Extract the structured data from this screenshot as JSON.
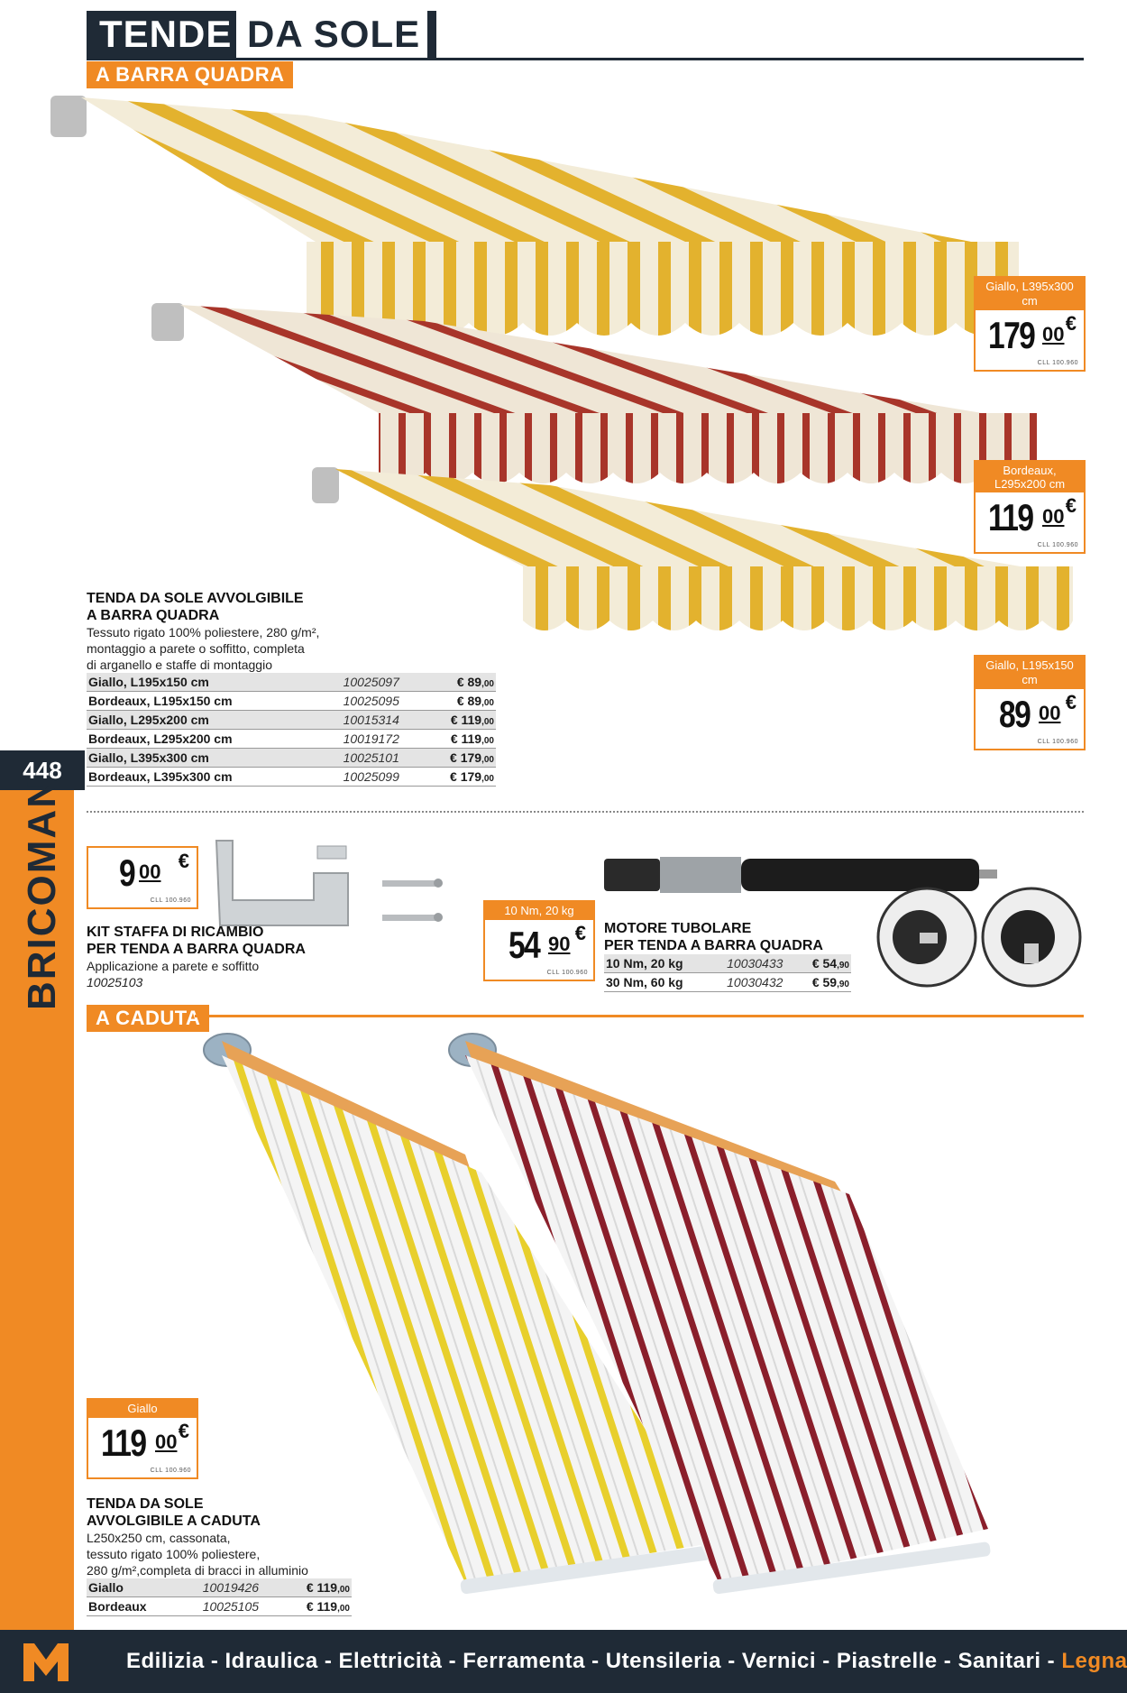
{
  "header": {
    "title_dark": "TENDE",
    "title_light": "DA SOLE"
  },
  "sections": {
    "barra_quadra": "A BARRA QUADRA",
    "caduta": "A CADUTA"
  },
  "sidebar": {
    "page_number": "448",
    "brand": "BRICOMAN"
  },
  "price_tags": [
    {
      "label": "Giallo, L395x300 cm",
      "int": "179",
      "dec": "00",
      "currency": "€",
      "small": "CLL 100.960"
    },
    {
      "label": "Bordeaux, L295x200 cm",
      "int": "119",
      "dec": "00",
      "currency": "€",
      "small": "CLL 100.960"
    },
    {
      "label": "Giallo, L195x150 cm",
      "int": "89",
      "dec": "00",
      "currency": "€",
      "small": "CLL 100.960"
    },
    {
      "label": "",
      "int": "9",
      "dec": "00",
      "currency": "€",
      "small": "CLL 100.960"
    },
    {
      "label": "10 Nm, 20 kg",
      "int": "54",
      "dec": "90",
      "currency": "€",
      "small": "CLL 100.960"
    },
    {
      "label": "Giallo",
      "int": "119",
      "dec": "00",
      "currency": "€",
      "small": "CLL 100.960"
    }
  ],
  "product_barra": {
    "title_1": "TENDA DA SOLE AVVOLGIBILE",
    "title_2": "A BARRA QUADRA",
    "desc": [
      "Tessuto rigato 100% poliestere, 280 g/m²,",
      "montaggio a parete o soffitto, completa",
      "di arganello e staffe di montaggio"
    ],
    "rows": [
      {
        "name": "Giallo, L195x150 cm",
        "code": "10025097",
        "price": "€ 89",
        "cents": ",00"
      },
      {
        "name": "Bordeaux, L195x150 cm",
        "code": "10025095",
        "price": "€ 89",
        "cents": ",00"
      },
      {
        "name": "Giallo, L295x200 cm",
        "code": "10015314",
        "price": "€ 119",
        "cents": ",00"
      },
      {
        "name": "Bordeaux, L295x200 cm",
        "code": "10019172",
        "price": "€ 119",
        "cents": ",00"
      },
      {
        "name": "Giallo, L395x300 cm",
        "code": "10025101",
        "price": "€ 179",
        "cents": ",00"
      },
      {
        "name": "Bordeaux, L395x300 cm",
        "code": "10025099",
        "price": "€ 179",
        "cents": ",00"
      }
    ]
  },
  "product_kit": {
    "title_1": "KIT STAFFA DI RICAMBIO",
    "title_2": "PER TENDA A BARRA QUADRA",
    "desc": "Applicazione a parete e soffitto",
    "code": "10025103"
  },
  "product_motore": {
    "title_1": "MOTORE TUBOLARE",
    "title_2": "PER TENDA A BARRA QUADRA",
    "rows": [
      {
        "name": "10 Nm, 20 kg",
        "code": "10030433",
        "price": "€ 54",
        "cents": ",90"
      },
      {
        "name": "30 Nm, 60 kg",
        "code": "10030432",
        "price": "€ 59",
        "cents": ",90"
      }
    ]
  },
  "product_caduta": {
    "title_1": "TENDA DA SOLE",
    "title_2": "AVVOLGIBILE A CADUTA",
    "desc": [
      "L250x250 cm, cassonata,",
      "tessuto rigato 100% poliestere,",
      "280 g/m²,completa di bracci in alluminio"
    ],
    "rows": [
      {
        "name": "Giallo",
        "code": "10019426",
        "price": "€ 119",
        "cents": ",00"
      },
      {
        "name": "Bordeaux",
        "code": "10025105",
        "price": "€ 119",
        "cents": ",00"
      }
    ]
  },
  "footer": {
    "categories": "Edilizia - Idraulica - Elettricità - Ferramenta - Utensileria - Vernici - Piastrelle - Sanitari - ",
    "highlight": "Legnami"
  },
  "colors": {
    "brand_orange": "#f08a24",
    "navy": "#1f2a36",
    "stripe_yellow": "#e3b22e",
    "stripe_bordeaux": "#a8352a"
  },
  "icons": {
    "footer_logo": "bricoman-m-logo"
  }
}
